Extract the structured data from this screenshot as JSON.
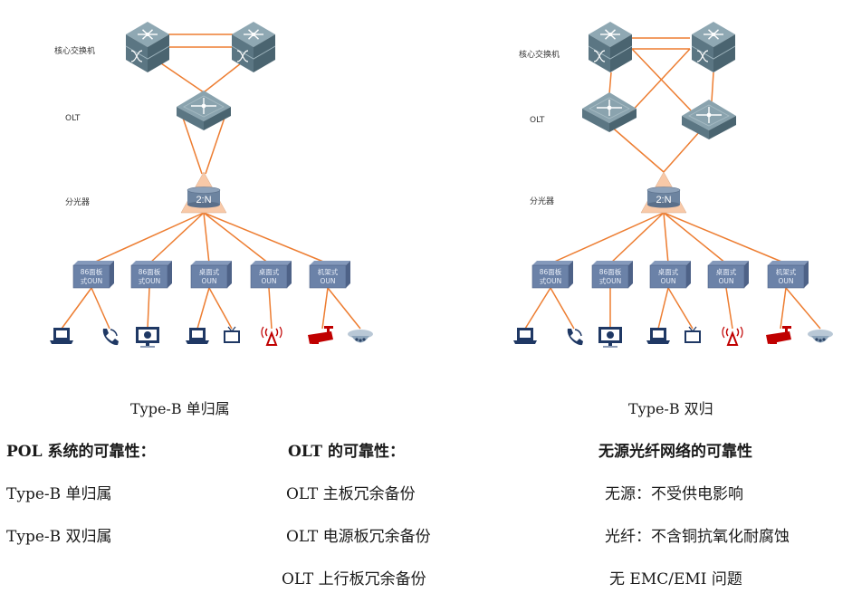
{
  "diagrams": [
    {
      "id": "single-homing",
      "caption": "Type-B 单归属",
      "labels": {
        "core": "核心交换机",
        "olt": "OLT",
        "splitter": "分光器"
      },
      "core_switch_count": 2,
      "olt_count": 1,
      "splitter_label": "2:N",
      "onus": [
        {
          "line1": "86面板",
          "line2": "式OUN"
        },
        {
          "line1": "86面板",
          "line2": "式OUN"
        },
        {
          "line1": "桌面式",
          "line2": "OUN"
        },
        {
          "line1": "桌面式",
          "line2": "OUN"
        },
        {
          "line1": "机架式",
          "line2": "OUN"
        }
      ],
      "endpoints": [
        {
          "icon": "laptop-icon",
          "onu": 0
        },
        {
          "icon": "phone-icon",
          "onu": 0
        },
        {
          "icon": "monitor-cloud-icon",
          "onu": 1
        },
        {
          "icon": "laptop-icon",
          "onu": 2
        },
        {
          "icon": "tv-icon",
          "onu": 2
        },
        {
          "icon": "wireless-tower-icon",
          "onu": 3
        },
        {
          "icon": "camera-icon",
          "onu": 4
        },
        {
          "icon": "dome-camera-icon",
          "onu": 4
        }
      ]
    },
    {
      "id": "dual-homing",
      "caption": "Type-B 双归",
      "labels": {
        "core": "核心交换机",
        "olt": "OLT",
        "splitter": "分光器"
      },
      "core_switch_count": 2,
      "olt_count": 2,
      "splitter_label": "2:N",
      "onus": [
        {
          "line1": "86面板",
          "line2": "式OUN"
        },
        {
          "line1": "86面板",
          "line2": "式OUN"
        },
        {
          "line1": "桌面式",
          "line2": "OUN"
        },
        {
          "line1": "桌面式",
          "line2": "OUN"
        },
        {
          "line1": "机架式",
          "line2": "OUN"
        }
      ],
      "endpoints": [
        {
          "icon": "laptop-icon",
          "onu": 0
        },
        {
          "icon": "phone-icon",
          "onu": 0
        },
        {
          "icon": "monitor-cloud-icon",
          "onu": 1
        },
        {
          "icon": "laptop-icon",
          "onu": 2
        },
        {
          "icon": "tv-icon",
          "onu": 2
        },
        {
          "icon": "wireless-tower-icon",
          "onu": 3
        },
        {
          "icon": "camera-icon",
          "onu": 4
        },
        {
          "icon": "dome-camera-icon",
          "onu": 4
        }
      ]
    }
  ],
  "colors": {
    "link": "#ed7d31",
    "device": "#5f7c8a",
    "onu_box": "#6b82a8",
    "splitter_tri": "#f8c9a8",
    "endpoint_blue": "#1f3864",
    "endpoint_red": "#c00000"
  },
  "columns": [
    {
      "heading": "POL 系统的可靠性：",
      "items": [
        "Type-B 单归属",
        "Type-B 双归属"
      ]
    },
    {
      "heading": "OLT 的可靠性：",
      "items": [
        "OLT 主板冗余备份",
        "OLT 电源板冗余备份",
        "OLT 上行板冗余备份"
      ]
    },
    {
      "heading": "无源光纤网络的可靠性",
      "items": [
        "无源：不受供电影响",
        "光纤：不含铜抗氧化耐腐蚀",
        "无 EMC/EMI 问题"
      ]
    }
  ]
}
